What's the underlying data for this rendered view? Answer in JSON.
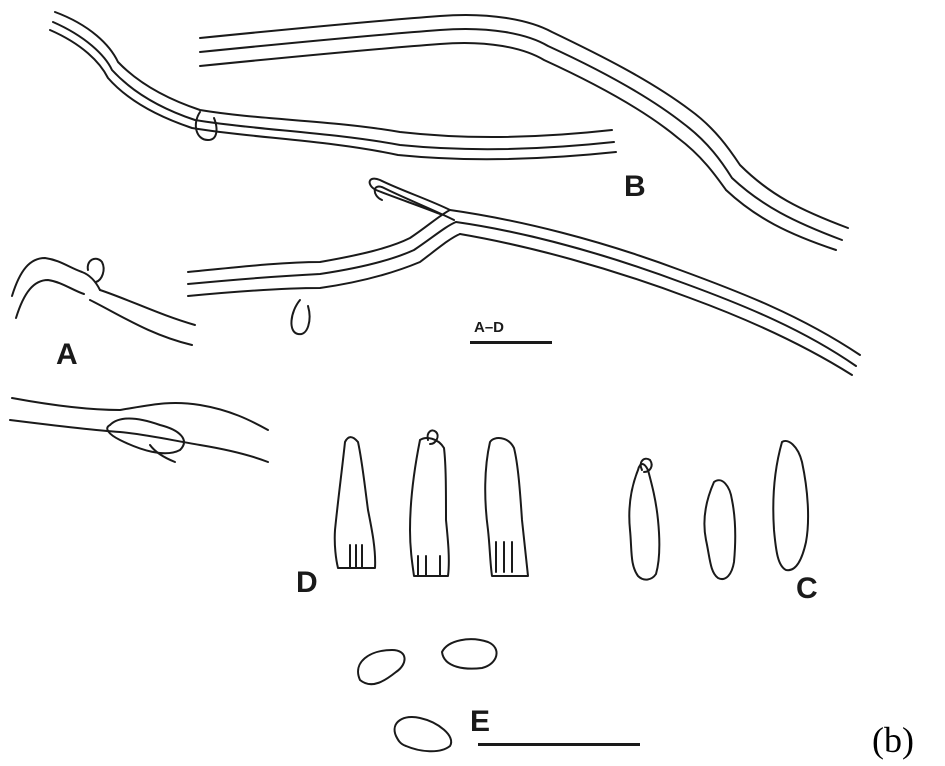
{
  "figure": {
    "panel_label": "(b)",
    "labels": {
      "a": "A",
      "b": "B",
      "c": "C",
      "d": "D",
      "e": "E"
    },
    "scale_bar_small_label": "A–D",
    "stroke_color": "#1a1a1a"
  }
}
